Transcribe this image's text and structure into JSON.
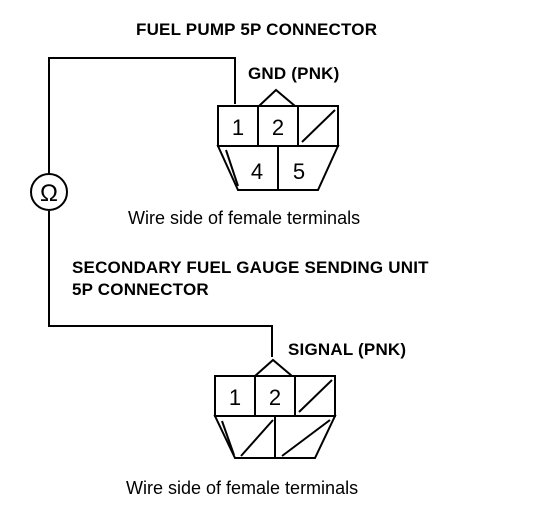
{
  "top_connector": {
    "title": "FUEL PUMP 5P CONNECTOR",
    "pin_label": "GND (PNK)",
    "pins_top": [
      "1",
      "2"
    ],
    "pins_bottom": [
      "4",
      "5"
    ],
    "caption": "Wire side of female terminals"
  },
  "bottom_connector": {
    "title_line1": "SECONDARY FUEL GAUGE SENDING UNIT",
    "title_line2": "5P CONNECTOR",
    "pin_label": "SIGNAL (PNK)",
    "pins_top": [
      "1",
      "2"
    ],
    "caption": "Wire side of female terminals"
  },
  "meter": {
    "symbol": "Ω"
  }
}
